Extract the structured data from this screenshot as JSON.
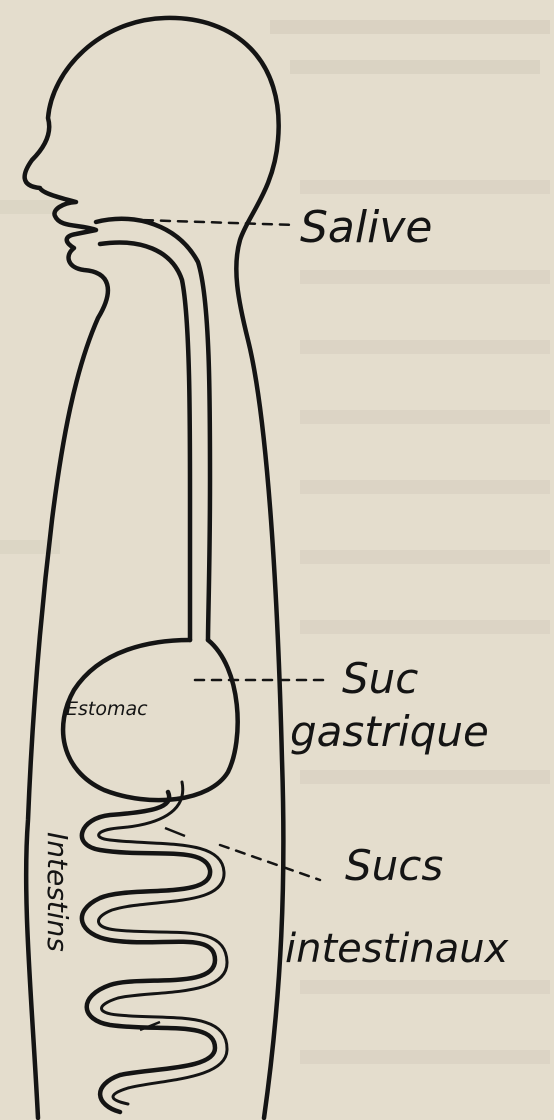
{
  "labels": {
    "salive": "Salive",
    "suc": "Suc",
    "gastrique": "gastrique",
    "sucs": "Sucs",
    "intestinaux": "intestinaux",
    "estomac": "Estomac",
    "intestins": "Intestins"
  },
  "colors": {
    "paper": "#e4ddcd",
    "ink": "#141414"
  }
}
